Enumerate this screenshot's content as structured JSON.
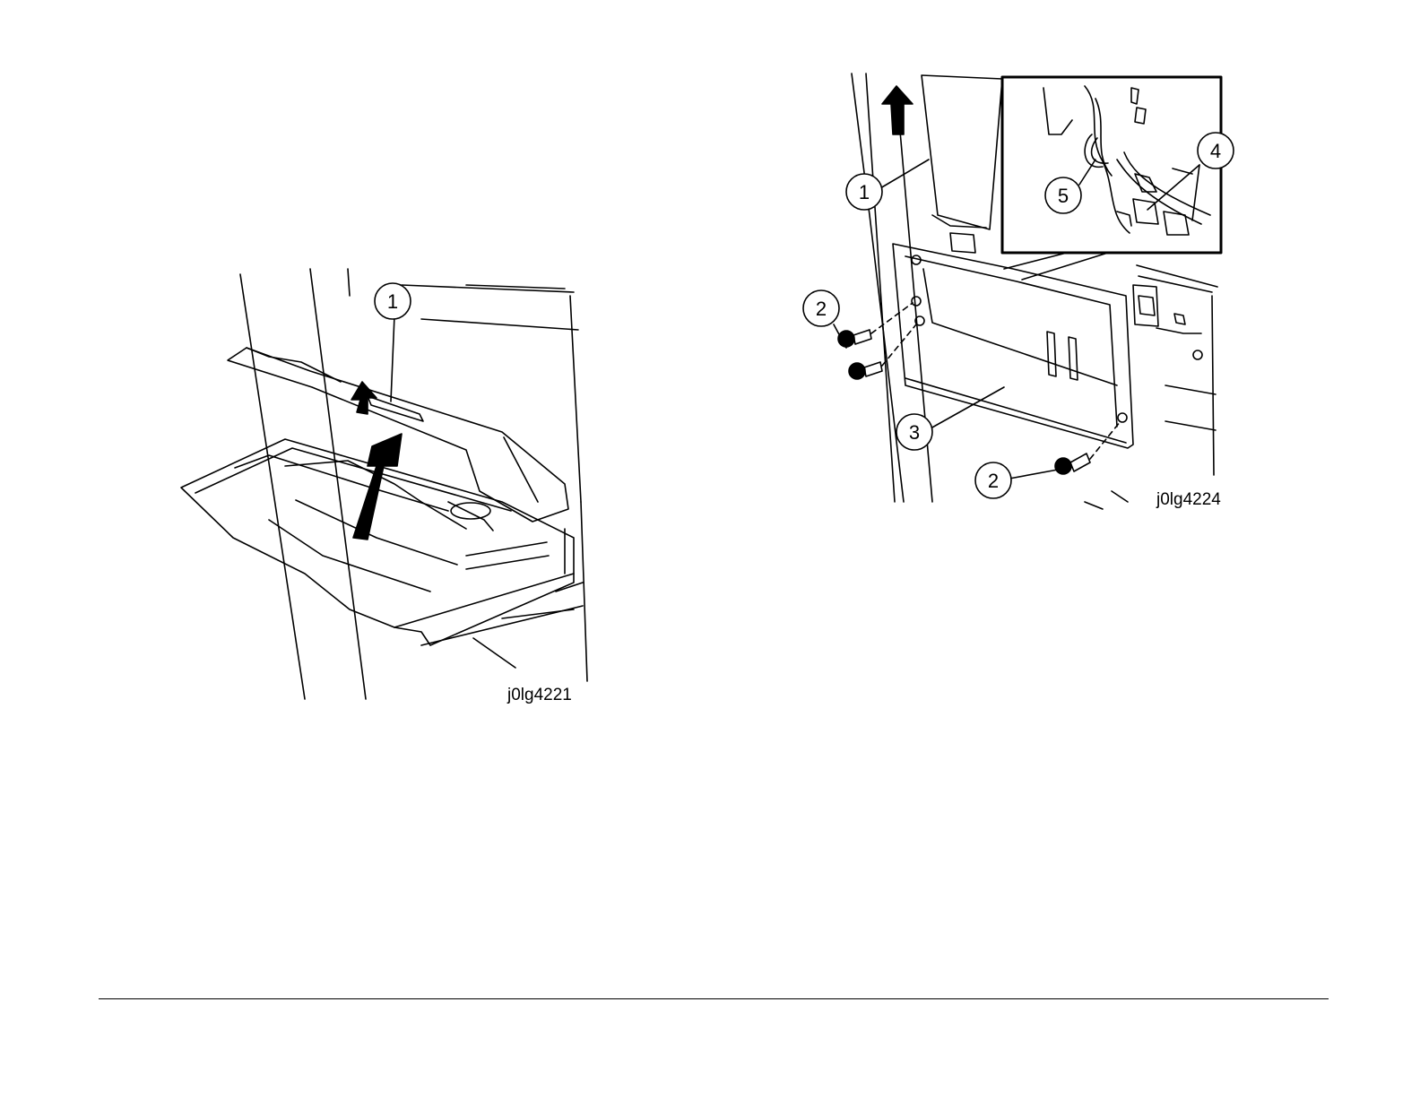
{
  "figure_left": {
    "id": "j0lg4221",
    "callouts": [
      "1"
    ]
  },
  "figure_right": {
    "id": "j0lg4224",
    "callouts": [
      "1",
      "2",
      "2",
      "3",
      "4",
      "5"
    ]
  }
}
